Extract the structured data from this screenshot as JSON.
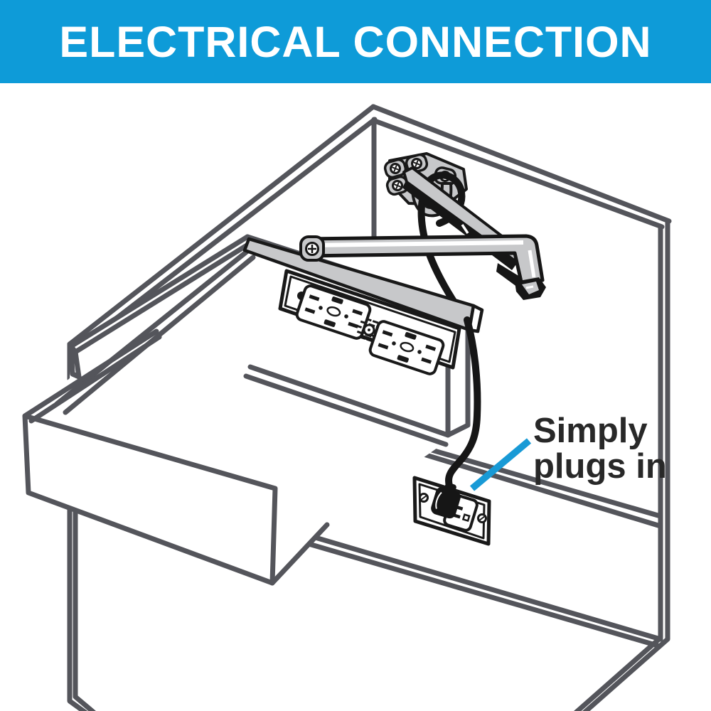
{
  "header": {
    "title": "ELECTRICAL CONNECTION",
    "bg_color": "#0e9bd8",
    "text_color": "#ffffff"
  },
  "callout": {
    "line1": "Simply",
    "line2": "plugs in",
    "text_color": "#282828",
    "pointer_color": "#189ad6"
  },
  "palette": {
    "cabinet_line": "#54555b",
    "hardware_outline": "#191919",
    "hardware_fill": "#c7c8ca",
    "background": "#ffffff"
  },
  "components": {
    "cabinet": "cabinet",
    "drawer": "open drawer",
    "outlet_strip": "in-drawer outlet strip",
    "arm": "articulating arm",
    "bracket": "wall mounting bracket",
    "cord": "power cord",
    "wall_outlet": "wall outlet"
  }
}
